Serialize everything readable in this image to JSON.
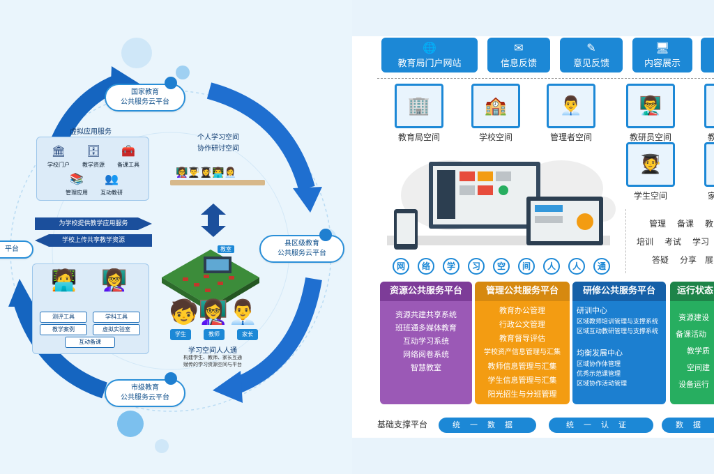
{
  "left": {
    "clouds": {
      "national": [
        "国家教育",
        "公共服务云平台"
      ],
      "county": [
        "县区级教育",
        "公共服务云平台"
      ],
      "city": [
        "市级教育",
        "公共服务云平台"
      ],
      "left_edge": "平台"
    },
    "virtual_app": {
      "title": "虚拟应用服务",
      "items": [
        "学校门户",
        "教学资源",
        "备课工具",
        "管理应用",
        "互动教研"
      ]
    },
    "arrow_text": [
      "为学校提供教学应用服务",
      "学校上传共享教学资源"
    ],
    "personal": [
      "个人学习空间",
      "协作研讨空间"
    ],
    "tools": [
      "测评工具",
      "学科工具",
      "教学案例",
      "虚拟实验室",
      "互动备课"
    ],
    "screen_label": "教室",
    "roles": [
      "学生",
      "教师",
      "家长"
    ],
    "space_desc": {
      "title": "学习空间人人通",
      "lines": [
        "构建学生、教师、家长互通",
        "赋传的学习资源空间与平台"
      ]
    }
  },
  "right": {
    "top_buttons": [
      {
        "icon": "globe-icon",
        "label": "教育局门户网站"
      },
      {
        "icon": "mail-icon",
        "label": "信息反馈"
      },
      {
        "icon": "pencil-icon",
        "label": "意见反馈"
      },
      {
        "icon": "monitor-icon",
        "label": "内容展示"
      }
    ],
    "spaces": [
      "教育局空间",
      "学校空间",
      "管理者空间",
      "教研员空间",
      "学生空间"
    ],
    "edge_spaces": [
      "教",
      "家"
    ],
    "function_grid": [
      [
        "管理",
        "备课",
        "教"
      ],
      [
        "培训",
        "考试",
        "学习"
      ],
      [
        "答疑",
        "分享",
        "展"
      ]
    ],
    "banner_chars": [
      "网",
      "络",
      "学",
      "习",
      "空",
      "间",
      "人",
      "人",
      "通"
    ],
    "platforms": [
      {
        "title": "资源公共服务平台",
        "color": "#9b59b6",
        "items": [
          "资源共建共享系统",
          "班班通多媒体教育",
          "互动学习系统",
          "网络阅卷系统",
          "智慧教室"
        ]
      },
      {
        "title": "管理公共服务平台",
        "color": "#f39c12",
        "items": [
          "教育办公管理",
          "行政公文管理",
          "教育督导评估",
          "学校资产信息管理与汇集",
          "教师信息管理与汇集",
          "学生信息管理与汇集",
          "阳光招生与分班管理"
        ]
      },
      {
        "title": "研修公共服务平台",
        "color": "#1c7fd0",
        "groups": [
          {
            "title": "研训中心",
            "items": [
              "区域教师培训管理与支撑系统",
              "区域互动教研管理与支撑系统"
            ]
          },
          {
            "title": "均衡发展中心",
            "items": [
              "区域协作体管理",
              "优秀示范课管理",
              "区域协作活动管理"
            ]
          }
        ]
      },
      {
        "title": "运行状态",
        "color": "#27ae60",
        "items": [
          "资源建设",
          "备课活动",
          "教学质",
          "空间建",
          "设备运行"
        ]
      }
    ],
    "base": {
      "label": "基础支撑平台",
      "pills": [
        "统一数据",
        "统一认证",
        "数据"
      ]
    }
  }
}
